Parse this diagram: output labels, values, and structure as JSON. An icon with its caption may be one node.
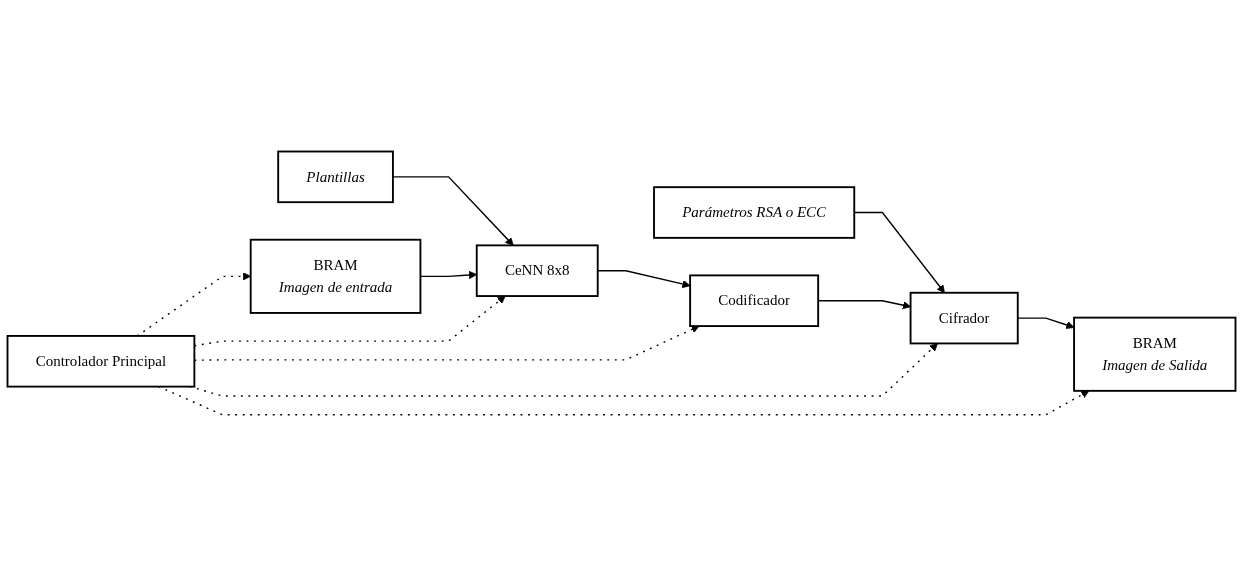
{
  "diagram": {
    "nodes": [
      {
        "text": [
          "Plantillas"
        ]
      },
      {
        "text": [
          "Parámetros RSA o ECC"
        ]
      },
      {
        "text": [
          "BRAM",
          "Imagen de entrada"
        ]
      },
      {
        "text": [
          "CeNN 8x8"
        ]
      },
      {
        "text": [
          "Codificador"
        ]
      },
      {
        "text": [
          "Cifrador"
        ]
      },
      {
        "text": [
          "BRAM",
          "Imagen de Salida"
        ]
      },
      {
        "text": [
          "Controlador Principal"
        ]
      }
    ],
    "edges": [
      {
        "from": 0,
        "to": 3,
        "arrow": "to"
      },
      {
        "from": 1,
        "to": 5,
        "arrow": "to"
      },
      {
        "from": 2,
        "to": 3,
        "arrow": "to"
      },
      {
        "from": 3,
        "to": 4,
        "arrow": "to"
      },
      {
        "from": 4,
        "to": 5,
        "arrow": "to"
      },
      {
        "from": 5,
        "to": 6,
        "arrow": "to"
      },
      {
        "from": 7,
        "to": 2,
        "arrow": "to",
        "style": "dashed"
      },
      {
        "from": 7,
        "to": 3,
        "arrow": "to",
        "style": "dashed"
      },
      {
        "from": 7,
        "to": 4,
        "arrow": "to",
        "style": "dashed"
      },
      {
        "from": 7,
        "to": 5,
        "arrow": "to",
        "style": "dashed"
      },
      {
        "from": 7,
        "to": 6,
        "arrow": "to",
        "style": "dashed"
      }
    ]
  }
}
